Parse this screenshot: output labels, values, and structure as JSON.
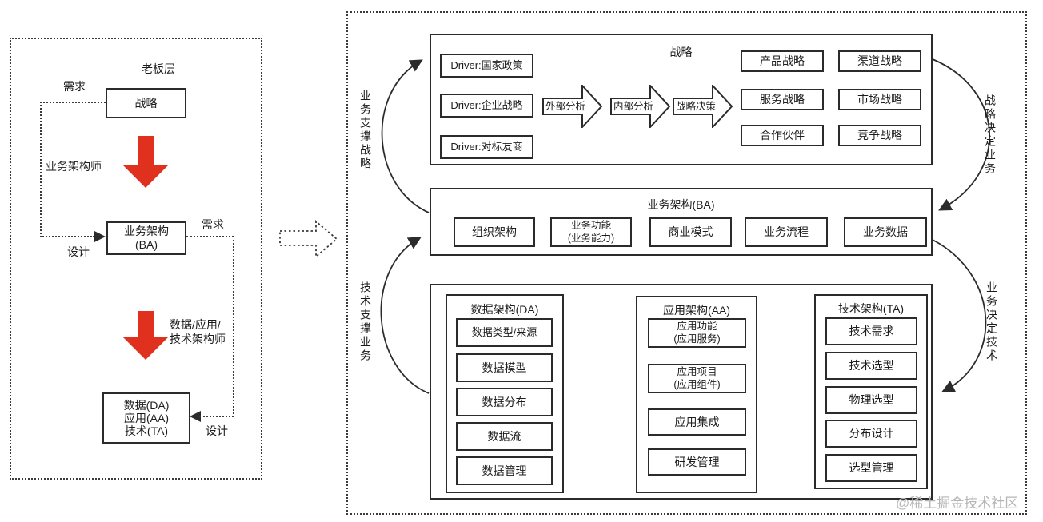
{
  "colors": {
    "accent_red": "#e0301e",
    "line": "#2b2b2b",
    "watermark": "#b5b5b5"
  },
  "watermark": "@稀土掘金技术社区",
  "left_panel": {
    "title": "老板层",
    "strategy_box": "战略",
    "demand_top_label": "需求",
    "ba_architect_label": "业务架构师",
    "design_top_label": "设计",
    "ba_box": "业务架构\n(BA)",
    "demand_right_label": "需求",
    "dat_architect_label": "数据/应用/\n技术架构师",
    "dta_box": "数据(DA)\n应用(AA)\n技术(TA)",
    "design_bottom_label": "设计"
  },
  "right_panel": {
    "strategy_section": {
      "title": "战略",
      "drivers": [
        "Driver:国家政策",
        "Driver:企业战略",
        "Driver:对标友商"
      ],
      "process_steps": [
        "外部分析",
        "内部分析",
        "战略决策"
      ],
      "strategies": [
        "产品战略",
        "渠道战略",
        "服务战略",
        "市场战略",
        "合作伙伴",
        "竞争战略"
      ]
    },
    "ba_section": {
      "title": "业务架构(BA)",
      "items": [
        "组织架构",
        "业务功能\n(业务能力)",
        "商业模式",
        "业务流程",
        "业务数据"
      ]
    },
    "da_section": {
      "title": "数据架构(DA)",
      "items": [
        "数据类型/来源",
        "数据模型",
        "数据分布",
        "数据流",
        "数据管理"
      ]
    },
    "aa_section": {
      "title": "应用架构(AA)",
      "items": [
        "应用功能\n(应用服务)",
        "应用项目\n(应用组件)",
        "应用集成",
        "研发管理"
      ]
    },
    "ta_section": {
      "title": "技术架构(TA)",
      "items": [
        "技术需求",
        "技术选型",
        "物理选型",
        "分布设计",
        "选型管理"
      ]
    },
    "relations": {
      "business_supports_strategy": "业务支撑战略",
      "strategy_decides_business": "战略决定业务",
      "technology_supports_business": "技术支撑业务",
      "business_decides_technology": "业务决定技术"
    }
  }
}
